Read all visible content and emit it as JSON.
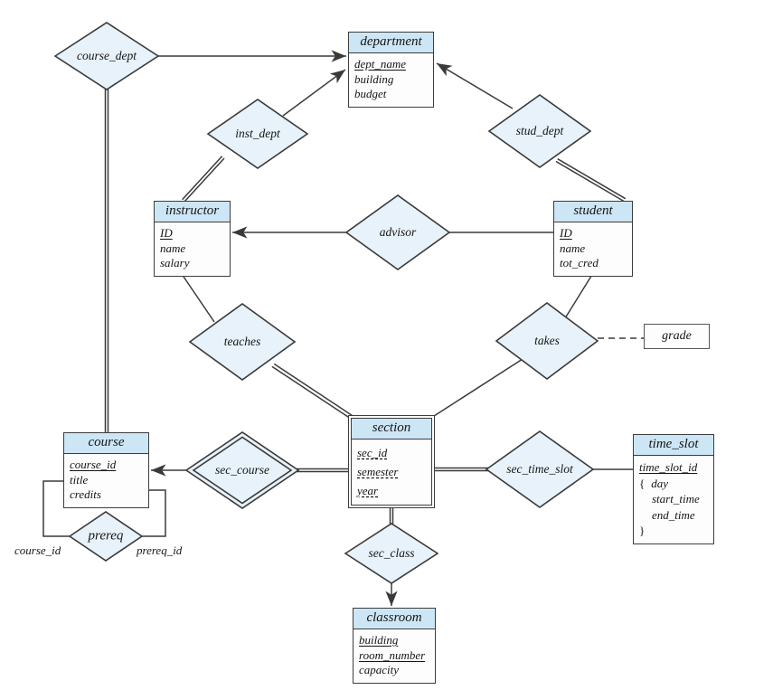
{
  "colors": {
    "entity_header": "#cde6f6",
    "diamond_fill": "#e7f2fa",
    "border": "#3a3a3a",
    "background": "#ffffff"
  },
  "entities": {
    "department": {
      "title": "department",
      "attributes": [
        {
          "name": "dept_name"
        },
        {
          "name": "building"
        },
        {
          "name": "budget"
        }
      ]
    },
    "instructor": {
      "title": "instructor",
      "attributes": [
        {
          "name": "ID"
        },
        {
          "name": "name"
        },
        {
          "name": "salary"
        }
      ]
    },
    "student": {
      "title": "student",
      "attributes": [
        {
          "name": "ID"
        },
        {
          "name": "name"
        },
        {
          "name": "tot_cred"
        }
      ]
    },
    "course": {
      "title": "course",
      "attributes": [
        {
          "name": "course_id"
        },
        {
          "name": "title"
        },
        {
          "name": "credits"
        }
      ]
    },
    "section": {
      "title": "section",
      "attributes": [
        {
          "name": "sec_id"
        },
        {
          "name": "semester"
        },
        {
          "name": "year"
        }
      ]
    },
    "time_slot": {
      "title": "time_slot",
      "brace_open": "{",
      "brace_close": "}",
      "attributes": [
        {
          "name": "time_slot_id"
        },
        {
          "name": "day"
        },
        {
          "name": "start_time"
        },
        {
          "name": "end_time"
        }
      ]
    },
    "classroom": {
      "title": "classroom",
      "attributes": [
        {
          "name": "building"
        },
        {
          "name": "room_number"
        },
        {
          "name": "capacity"
        }
      ]
    }
  },
  "relationships": {
    "course_dept": {
      "label": "course_dept"
    },
    "inst_dept": {
      "label": "inst_dept"
    },
    "stud_dept": {
      "label": "stud_dept"
    },
    "advisor": {
      "label": "advisor"
    },
    "teaches": {
      "label": "teaches"
    },
    "takes": {
      "label": "takes"
    },
    "sec_course": {
      "label": "sec_course"
    },
    "sec_time_slot": {
      "label": "sec_time_slot"
    },
    "sec_class": {
      "label": "sec_class"
    },
    "prereq": {
      "label": "prereq"
    }
  },
  "attribute_boxes": {
    "grade": {
      "label": "grade"
    }
  },
  "role_labels": {
    "course_id": "course_id",
    "prereq_id": "prereq_id"
  }
}
